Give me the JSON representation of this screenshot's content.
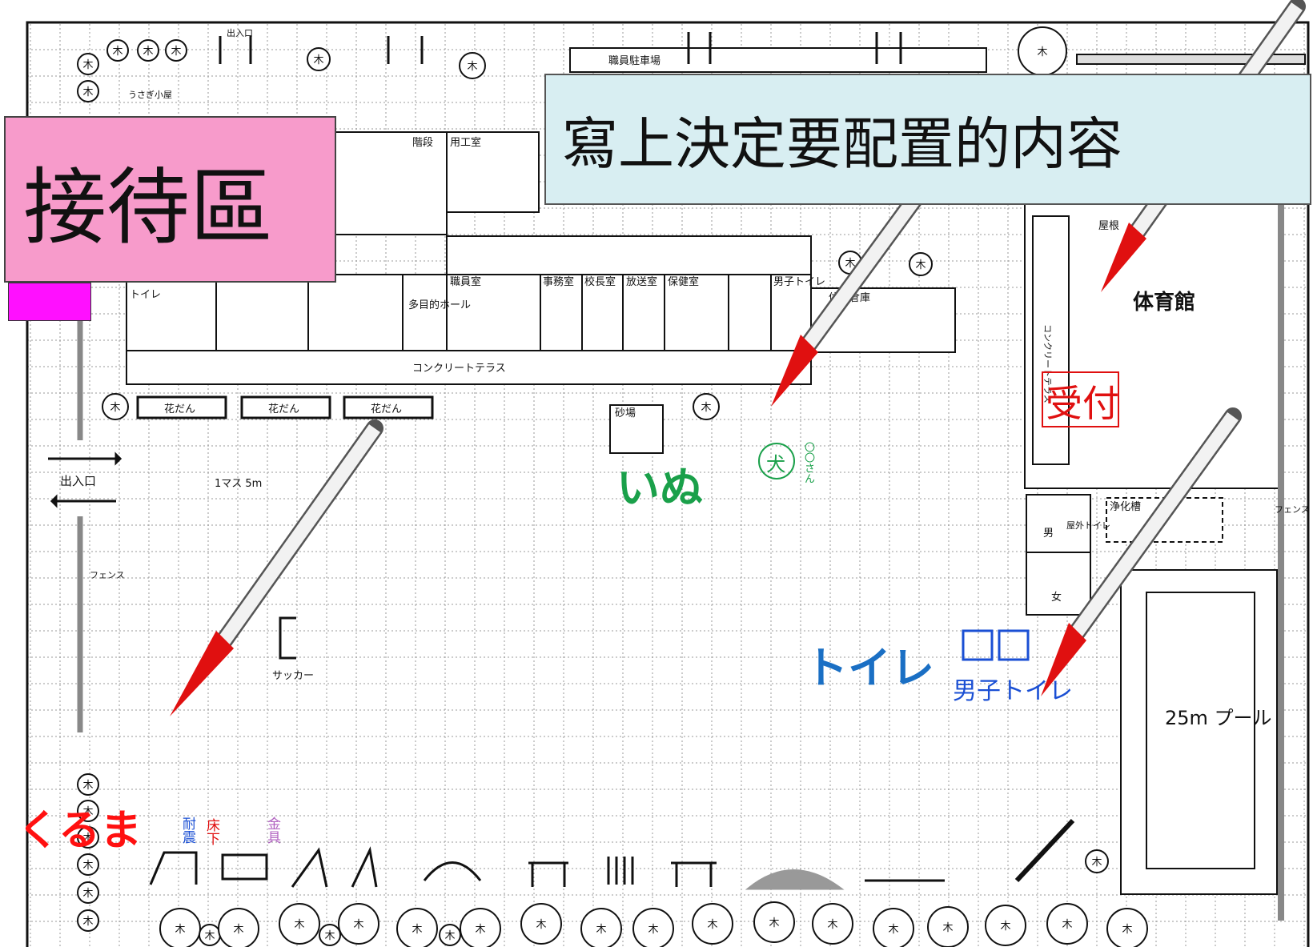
{
  "overlay": {
    "reception_label": "接待區",
    "instruction_label": "寫上決定要配置的内容"
  },
  "handwritten": {
    "dog": "いぬ",
    "toilet": "トイレ",
    "car": "くるま",
    "reception_desk": "受付",
    "mens_toilet": "男子トイレ",
    "dog_name": "〇〇さん",
    "dog_symbol": "犬",
    "quake_resistant": "耐震",
    "floor_under": "床下",
    "metal": "金具"
  },
  "map_labels": {
    "entrance_top": "出入口",
    "rabbit_hut": "うさぎ小屋",
    "stairs": "階段",
    "staff_room": "用工室",
    "toilet": "トイレ",
    "multipurpose_hall": "多目的ホール",
    "staff_office": "職員室",
    "office": "事務室",
    "principal": "校長室",
    "broadcast": "放送室",
    "health": "保健室",
    "boys_toilet": "男子トイレ",
    "storage": "体育倉庫",
    "concrete_terrace": "コンクリートテラス",
    "concrete_terrace_v": "コンクリートテラス",
    "roof": "屋根",
    "gym": "体育館",
    "flowerbed": "花だん",
    "sandbox": "砂場",
    "parking": "職員駐車場",
    "entrance_left": "出入口",
    "grid_scale": "1マス 5m",
    "fence": "フェンス",
    "soccer": "サッカー",
    "outdoor_toilet": "屋外トイレ",
    "male": "男",
    "female": "女",
    "septic": "浄化槽",
    "pool": "25m プール",
    "tree": "木"
  },
  "colors": {
    "reception_bg": "#f79bcb",
    "reception_tab": "#ff10ff",
    "instruction_bg": "#d8eef2",
    "dog_green": "#1aa04a",
    "toilet_blue": "#1a6fc4",
    "car_red": "#ff1010",
    "pen_red": "#e01010"
  }
}
